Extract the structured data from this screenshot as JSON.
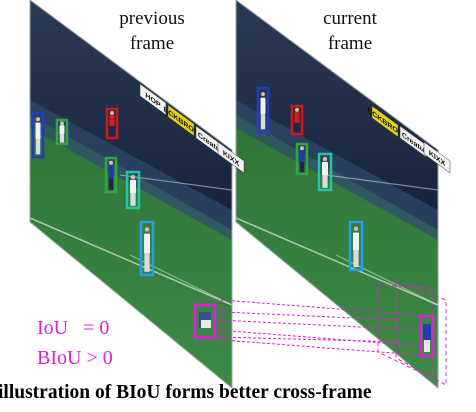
{
  "frames": {
    "previous_label": "previous\nframe",
    "current_label": "current\nframe"
  },
  "legend": {
    "iou": "IoU   = 0",
    "biou": "BIoU > 0"
  },
  "caption": "illustration of BIoU forms better cross-frame",
  "ads": [
    "HOP",
    "ECKBROP",
    "Creatu",
    "KIXX",
    "ECKBROP",
    "Creatu",
    "KIXX"
  ],
  "colors": {
    "highlight": "#e020d8",
    "box_blue": "#1f3fbf",
    "box_green": "#2eaa3a",
    "box_red": "#d01818",
    "box_teal": "#21c7a5",
    "box_cyan": "#20a0f0",
    "pitch": "#2f7a3a",
    "stands": "#1c2b44"
  },
  "boxes": [
    {
      "color": "blue",
      "player": "white"
    },
    {
      "color": "green",
      "player": "white"
    },
    {
      "color": "red",
      "player": "red"
    },
    {
      "color": "green",
      "player": "blue"
    },
    {
      "color": "teal",
      "player": "white"
    },
    {
      "color": "cyan",
      "player": "white"
    }
  ]
}
